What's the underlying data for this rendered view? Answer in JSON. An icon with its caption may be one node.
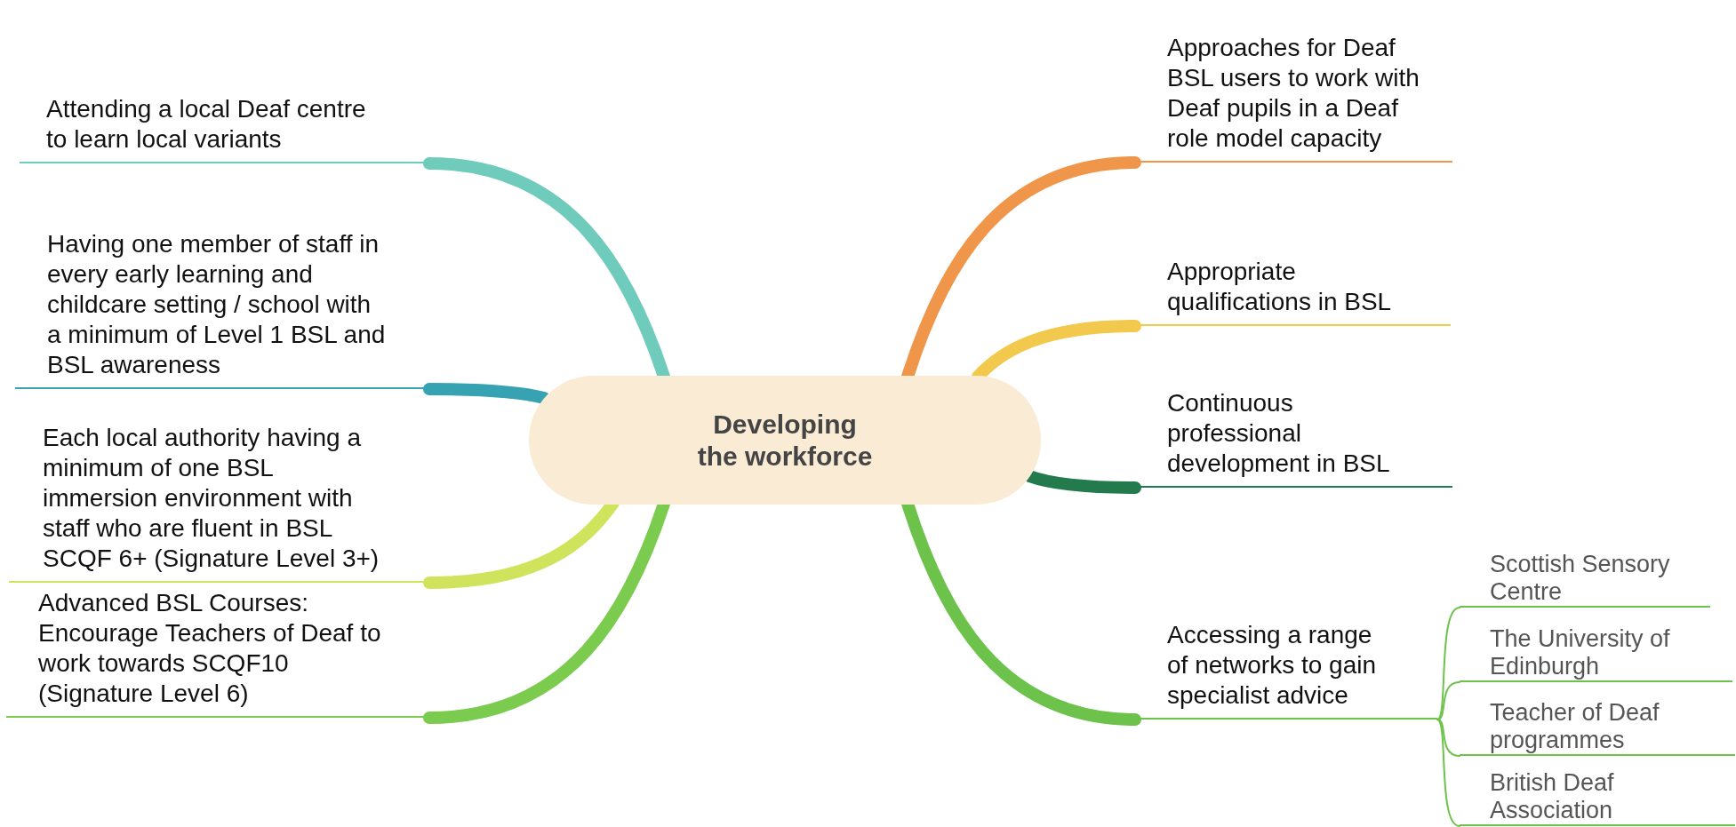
{
  "diagram": {
    "nodes": [
      {
        "text": [
          "Developing the workforce"
        ]
      },
      {
        "text": [
          "Attending a local Deaf centre to learn local variants"
        ]
      },
      {
        "text": [
          "Having one member of staff in every early learning and childcare setting / school with a minimum of Level 1 BSL and BSL awareness"
        ]
      },
      {
        "text": [
          "Each local authority having a minimum of one BSL immersion environment with staff who are fluent in BSL SCQF 6+ (Signature Level 3+)"
        ]
      },
      {
        "text": [
          "Advanced BSL Courses: Encourage Teachers of Deaf to work towards SCQF10 (Signature Level 6)"
        ]
      },
      {
        "text": [
          "Approaches for Deaf BSL users to work with Deaf pupils in a Deaf role model capacity"
        ]
      },
      {
        "text": [
          "Appropriate qualifications in BSL"
        ]
      },
      {
        "text": [
          "Continuous professional development in BSL"
        ]
      },
      {
        "text": [
          "Accessing a range of networks to gain specialist advice"
        ]
      },
      {
        "text": [
          "Scottish Sensory Centre"
        ]
      },
      {
        "text": [
          "The University of Edinburgh"
        ]
      },
      {
        "text": [
          "Teacher of Deaf programmes"
        ]
      },
      {
        "text": [
          "British Deaf Association"
        ]
      }
    ],
    "edges": [
      {
        "from": 0,
        "to": 1,
        "arrow": "none",
        "color": "#6fcbbb"
      },
      {
        "from": 0,
        "to": 2,
        "arrow": "none",
        "color": "#37a3b2"
      },
      {
        "from": 0,
        "to": 3,
        "arrow": "none",
        "color": "#cfe45c"
      },
      {
        "from": 0,
        "to": 4,
        "arrow": "none",
        "color": "#7acb4e"
      },
      {
        "from": 0,
        "to": 5,
        "arrow": "none",
        "color": "#f0964a"
      },
      {
        "from": 0,
        "to": 6,
        "arrow": "none",
        "color": "#f2c94c"
      },
      {
        "from": 0,
        "to": 7,
        "arrow": "none",
        "color": "#237a4c"
      },
      {
        "from": 0,
        "to": 8,
        "arrow": "none",
        "color": "#6cc24a"
      },
      {
        "from": 8,
        "to": 9,
        "arrow": "none",
        "color": "#6cc24a"
      },
      {
        "from": 8,
        "to": 10,
        "arrow": "none",
        "color": "#6cc24a"
      },
      {
        "from": 8,
        "to": 11,
        "arrow": "none",
        "color": "#6cc24a"
      },
      {
        "from": 8,
        "to": 12,
        "arrow": "none",
        "color": "#6cc24a"
      }
    ]
  }
}
